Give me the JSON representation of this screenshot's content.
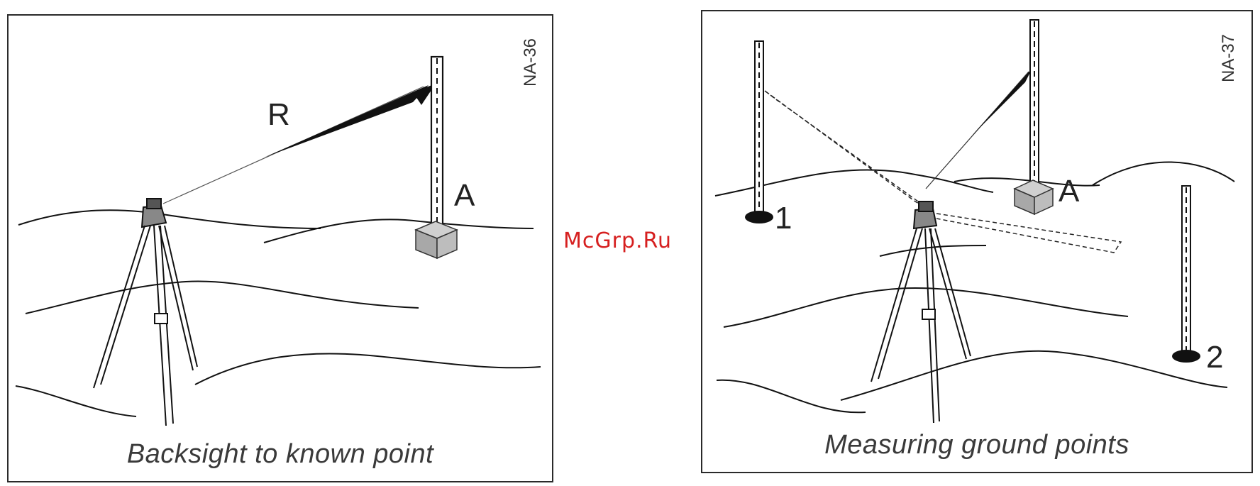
{
  "left_panel": {
    "figure_code": "NA-36",
    "caption": "Backsight to known point",
    "label_r": "R",
    "label_a": "A"
  },
  "right_panel": {
    "figure_code": "NA-37",
    "caption": "Measuring ground points",
    "label_a": "A",
    "label_1": "1",
    "label_2": "2"
  },
  "watermark": "McGrp.Ru"
}
